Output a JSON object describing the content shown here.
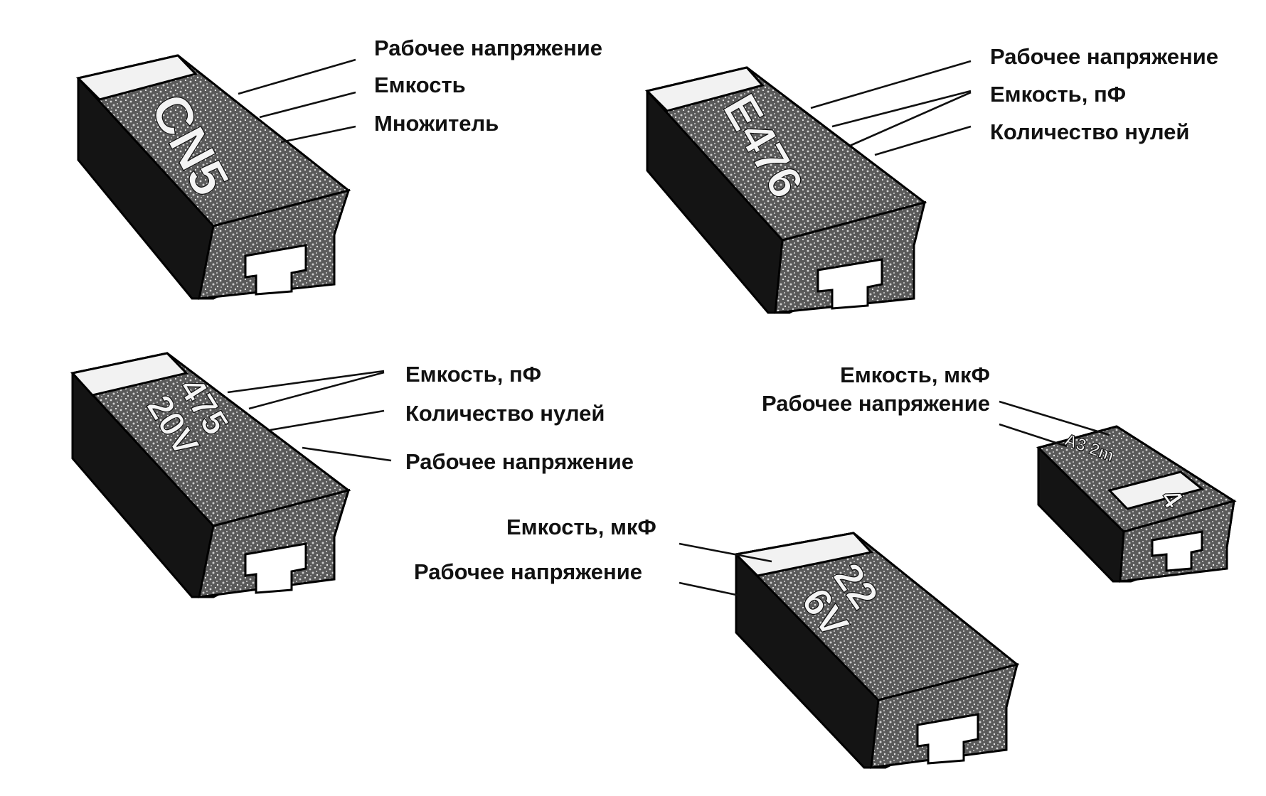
{
  "components": [
    {
      "marking": "CN5",
      "labels": [
        "Рабочее напряжение",
        "Емкость",
        "Множитель"
      ]
    },
    {
      "marking": "E476",
      "labels": [
        "Рабочее напряжение",
        "Емкость, пФ",
        "Количество нулей"
      ]
    },
    {
      "marking_line1": "475",
      "marking_line2": "20V",
      "labels": [
        "Емкость, пФ",
        "Количество нулей",
        "Рабочее напряжение"
      ]
    },
    {
      "marking_line1": "22",
      "marking_line2": "6V",
      "labels": [
        "Емкость, мкФ",
        "Рабочее напряжение"
      ]
    },
    {
      "marking_line1": "A3 2m",
      "marking_line2": "4",
      "labels": [
        "Емкость, мкФ",
        "Рабочее напряжение"
      ]
    }
  ],
  "colors": {
    "ink": "#111111",
    "paper": "#ffffff"
  }
}
